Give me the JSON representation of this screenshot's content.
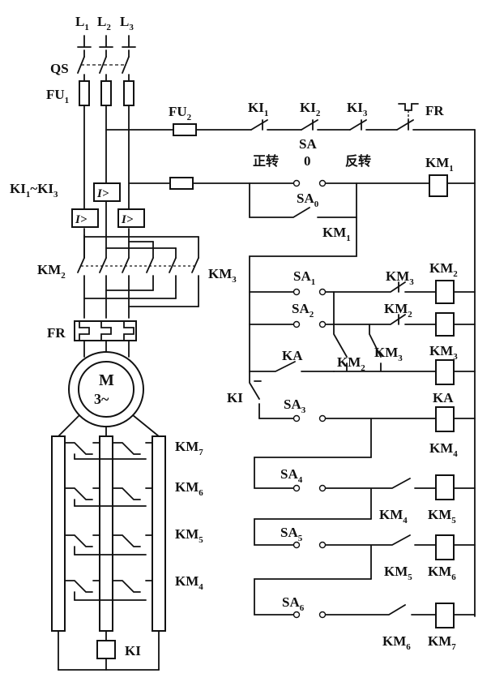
{
  "supply": {
    "L1": {
      "main": "L",
      "sub": "1"
    },
    "L2": {
      "main": "L",
      "sub": "2"
    },
    "L3": {
      "main": "L",
      "sub": "3"
    }
  },
  "left": {
    "QS": "QS",
    "FU1": {
      "main": "FU",
      "sub": "1"
    },
    "KI_range": {
      "a": "KI",
      "a_sub": "1",
      "tilde": "~KI",
      "b_sub": "3"
    },
    "relay_symbol": "I>",
    "KM2": {
      "main": "KM",
      "sub": "2"
    },
    "KM3": {
      "main": "KM",
      "sub": "3"
    },
    "FR": "FR",
    "motor": {
      "line1": "M",
      "line2": "3~"
    },
    "KM7": {
      "main": "KM",
      "sub": "7"
    },
    "KM6": {
      "main": "KM",
      "sub": "6"
    },
    "KM5": {
      "main": "KM",
      "sub": "5"
    },
    "KM4": {
      "main": "KM",
      "sub": "4"
    },
    "KI_coil": "KI"
  },
  "control": {
    "FU2": {
      "main": "FU",
      "sub": "2"
    },
    "KI1": {
      "main": "KI",
      "sub": "1"
    },
    "KI2": {
      "main": "KI",
      "sub": "2"
    },
    "KI3": {
      "main": "KI",
      "sub": "3"
    },
    "FR": "FR",
    "SA": "SA",
    "forward": "正转",
    "zero": "0",
    "reverse": "反转",
    "SA0": {
      "main": "SA",
      "sub": "0"
    },
    "KM1_coil": {
      "main": "KM",
      "sub": "1"
    },
    "KM1_contact": {
      "main": "KM",
      "sub": "1"
    },
    "SA1": {
      "main": "SA",
      "sub": "1"
    },
    "SA2": {
      "main": "SA",
      "sub": "2"
    },
    "KM3_nc": {
      "main": "KM",
      "sub": "3"
    },
    "KM2_nc": {
      "main": "KM",
      "sub": "2"
    },
    "KM2_coil": {
      "main": "KM",
      "sub": "2"
    },
    "KM2_no": {
      "main": "KM",
      "sub": "2"
    },
    "KM3_no": {
      "main": "KM",
      "sub": "3"
    },
    "KM3_coil": {
      "main": "KM",
      "sub": "3"
    },
    "KA": "KA",
    "KA_coil": "KA",
    "KI": "KI",
    "SA3": {
      "main": "SA",
      "sub": "3"
    },
    "KM4_coil": {
      "main": "KM",
      "sub": "4"
    },
    "SA4": {
      "main": "SA",
      "sub": "4"
    },
    "KM4_no": {
      "main": "KM",
      "sub": "4"
    },
    "KM5_coil": {
      "main": "KM",
      "sub": "5"
    },
    "SA5": {
      "main": "SA",
      "sub": "5"
    },
    "KM5_no": {
      "main": "KM",
      "sub": "5"
    },
    "KM6_coil": {
      "main": "KM",
      "sub": "6"
    },
    "SA6": {
      "main": "SA",
      "sub": "6"
    },
    "KM6_no": {
      "main": "KM",
      "sub": "6"
    },
    "KM7_coil": {
      "main": "KM",
      "sub": "7"
    }
  }
}
